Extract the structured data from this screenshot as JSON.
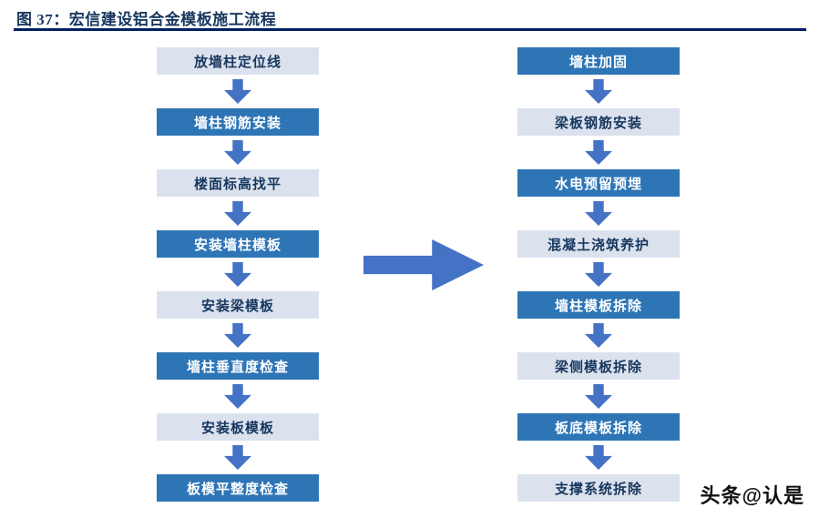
{
  "figure": {
    "title": "图 37：宏信建设铝合金模板施工流程"
  },
  "flow": {
    "left": [
      {
        "label": "放墙柱定位线"
      },
      {
        "label": "墙柱钢筋安装"
      },
      {
        "label": "楼面标高找平"
      },
      {
        "label": "安装墙柱模板"
      },
      {
        "label": "安装梁模板"
      },
      {
        "label": "墙柱垂直度检查"
      },
      {
        "label": "安装板模板"
      },
      {
        "label": "板模平整度检查"
      }
    ],
    "right": [
      {
        "label": "墙柱加固"
      },
      {
        "label": "梁板钢筋安装"
      },
      {
        "label": "水电预留预埋"
      },
      {
        "label": "混凝土浇筑养护"
      },
      {
        "label": "墙柱模板拆除"
      },
      {
        "label": "梁侧模板拆除"
      },
      {
        "label": "板底模板拆除"
      },
      {
        "label": "支撑系统拆除"
      }
    ]
  },
  "colors": {
    "dark_box": "#2E75B6",
    "light_box": "#DBE2EE",
    "arrow": "#4472C4",
    "title_text": "#17375E",
    "title_rule": "#002060"
  },
  "watermark": "头条@认是"
}
